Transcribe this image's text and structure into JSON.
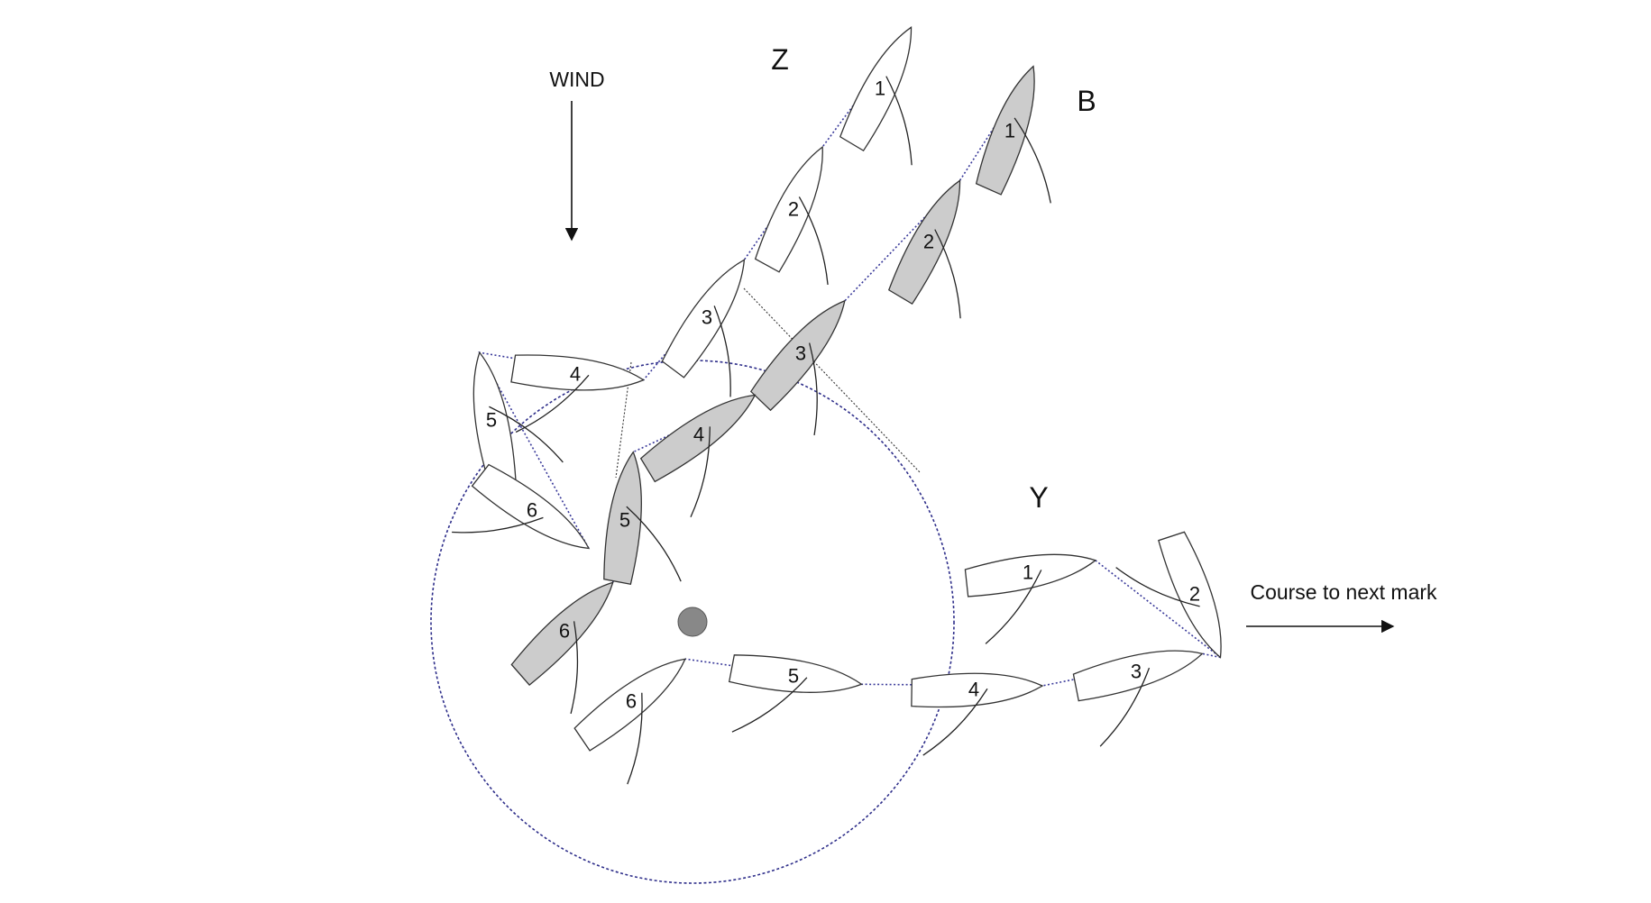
{
  "labels": {
    "wind": "WIND",
    "boat_z": "Z",
    "boat_b": "B",
    "boat_y": "Y",
    "course": "Course to next mark"
  },
  "colors": {
    "white_hull": "#ffffff",
    "grey_hull": "#cccccc",
    "mark": "#888888",
    "zone_circle": "#2e2e8a"
  },
  "boats": {
    "Z": [
      "1",
      "2",
      "3",
      "4",
      "5",
      "6"
    ],
    "B": [
      "1",
      "2",
      "3",
      "4",
      "5",
      "6"
    ],
    "Y": [
      "1",
      "2",
      "3",
      "4",
      "5",
      "6"
    ]
  }
}
